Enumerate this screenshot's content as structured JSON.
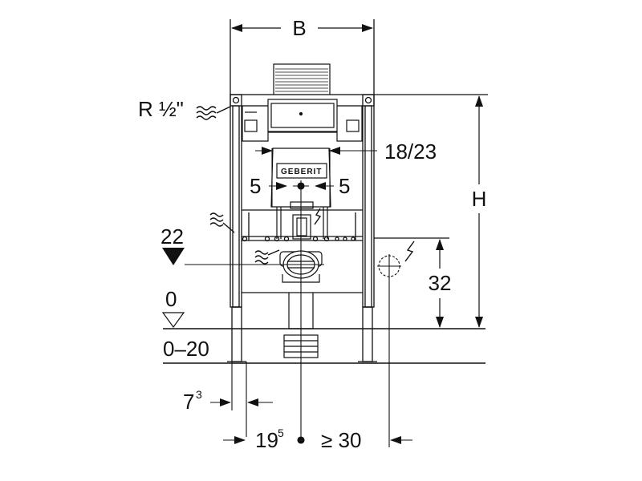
{
  "labels": {
    "width_B": "B",
    "pipe_thread": "R ½\"",
    "pipe_offset": "18/23",
    "left_spacing": "5",
    "right_spacing": "5",
    "height_H": "H",
    "level_22": "22",
    "height_32": "32",
    "floor_level": "0",
    "floor_range": "0–20",
    "offset_7": "7",
    "offset_7_sup": "3",
    "axis_19": "19",
    "axis_19_sup": "5",
    "min_30": "≥ 30",
    "brand": "GEBERIT"
  },
  "icons": [
    "water-supply-icon",
    "wastewater-icon",
    "electrical-icon",
    "level-triangle-icon"
  ],
  "colors": {
    "line": "#111111",
    "background": "#ffffff"
  }
}
